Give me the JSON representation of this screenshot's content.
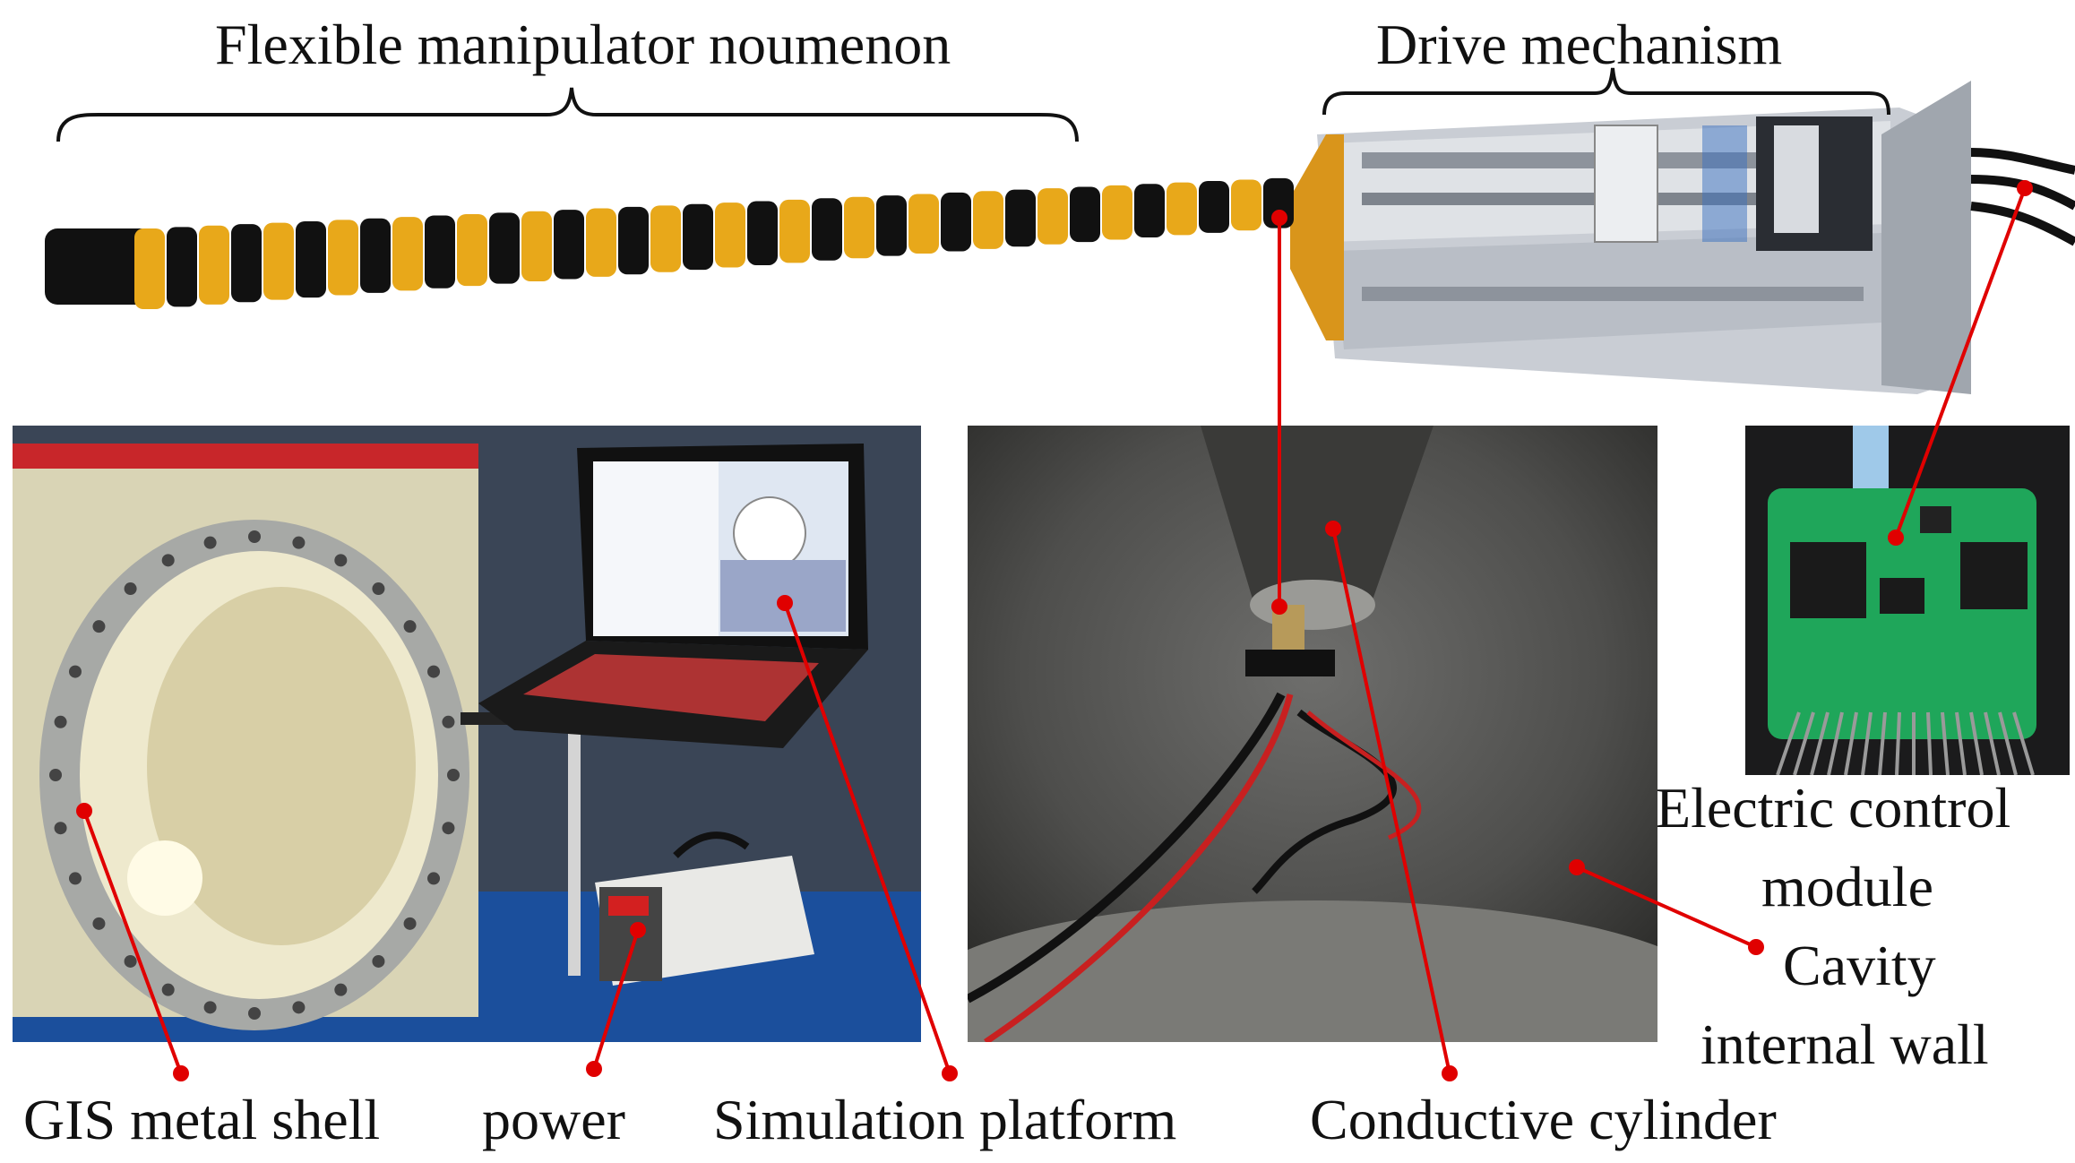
{
  "labels": {
    "flexible_manipulator": "Flexible manipulator noumenon",
    "drive_mechanism": "Drive mechanism",
    "electric_control_line1": "Electric control",
    "electric_control_line2": "module",
    "cavity_line1": "Cavity",
    "cavity_line2": "internal wall",
    "gis_shell": "GIS metal shell",
    "power": "power",
    "simulation_platform": "Simulation platform",
    "conductive_cylinder": "Conductive cylinder"
  },
  "colors": {
    "leader_line": "#e00000",
    "bracket": "#111111",
    "segment_gold": "#e8a81a",
    "segment_black": "#111111",
    "chamber_wall": "#e9e6cf",
    "floor_blue": "#1b4f9c",
    "pcb_green": "#1fa65a"
  },
  "icons": {
    "laptop": "laptop-icon",
    "power_supply": "power-supply-icon",
    "pcb": "circuit-board-icon"
  }
}
